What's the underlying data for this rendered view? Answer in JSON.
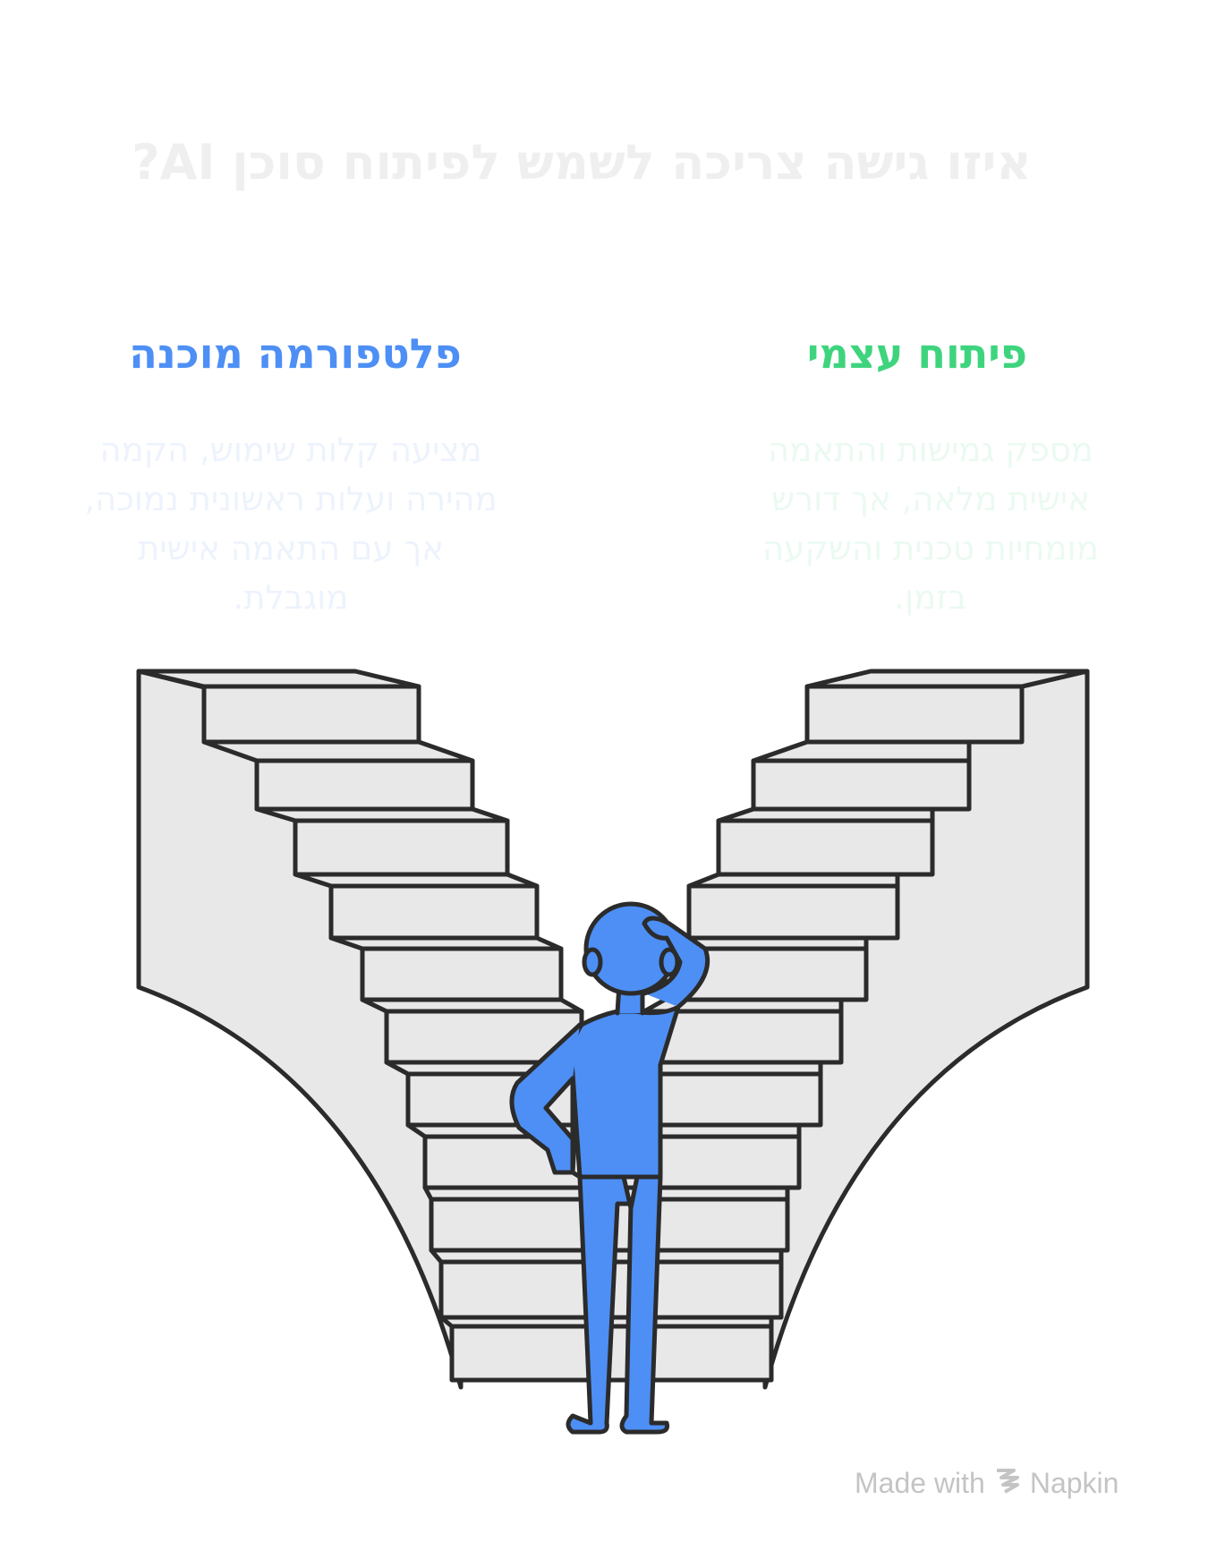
{
  "title": "איזו גישה צריכה לשמש לפיתוח סוכן AI?",
  "options": [
    {
      "side": "left",
      "title": "פלטפורמה מוכנה",
      "description": "מציעה קלות שימוש, הקמה מהירה ועלות ראשונית נמוכה, אך עם התאמה אישית מוגבלת.",
      "color": "#4d8ff5"
    },
    {
      "side": "right",
      "title": "פיתוח עצמי",
      "description": "מספק גמישות והתאמה אישית מלאה, אך דורש מומחיות טכנית והשקעה בזמן.",
      "color": "#3ed47e"
    }
  ],
  "illustration": {
    "subject": "person at fork of two staircases",
    "icons": [
      "left-staircase-icon",
      "right-staircase-icon",
      "thinking-person-icon"
    ],
    "person_color": "#4d8ff5",
    "stair_color": "#e8e8e8",
    "outline_color": "#2b2b2b"
  },
  "footer": {
    "made_with": "Made with",
    "brand": "Napkin",
    "icon": "napkin-logo-icon"
  }
}
